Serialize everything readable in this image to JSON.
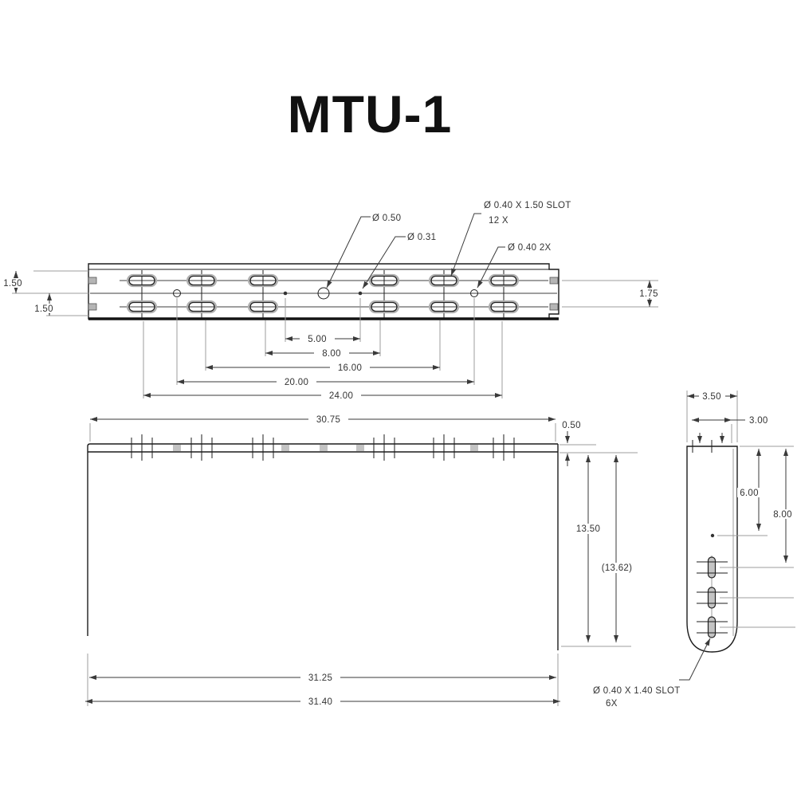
{
  "title": "MTU-1",
  "top_view": {
    "callouts": {
      "hole_050": "Ø 0.50",
      "hole_031": "Ø 0.31",
      "slot_12x_line1": "Ø 0.40 X 1.50 SLOT",
      "slot_12x_line2": "12 X",
      "hole_040_2x": "Ø 0.40 2X"
    },
    "dims": {
      "row_top": "1.50",
      "row_bottom": "1.50",
      "end_height": "1.75",
      "span_5": "5.00",
      "span_8": "8.00",
      "span_16": "16.00",
      "span_20": "20.00",
      "span_24": "24.00"
    }
  },
  "front_view": {
    "dims": {
      "width_top": "30.75",
      "flange": "0.50",
      "height": "13.50",
      "height_ref": "(13.62)",
      "width_bottom": "31.25",
      "width_overall": "31.40"
    }
  },
  "side_view": {
    "dims": {
      "width": "3.50",
      "slot_offset": "3.00",
      "hole_depth": "6.00",
      "slot_depth": "8.00"
    },
    "callout_slot_line1": "Ø 0.40 X 1.40 SLOT",
    "callout_slot_line2": "6X"
  },
  "colors": {
    "object_line": "#1c1c1c",
    "dimension_line": "#3a3a3a",
    "extension_line": "#9e9e9e",
    "text": "#333333"
  }
}
